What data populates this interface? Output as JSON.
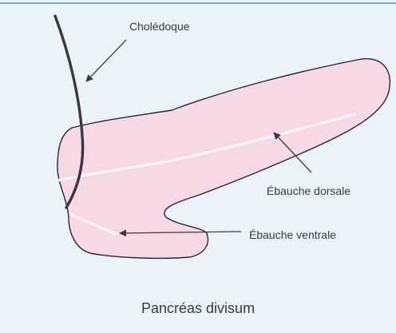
{
  "labels": {
    "choledoque": "Cholédoque",
    "dorsal": "Ébauche dorsale",
    "ventral": "Ébauche ventrale",
    "caption": "Pancréas divisum"
  },
  "colors": {
    "background": "#eaf3fa",
    "top_rule": "#5b8fc7",
    "pancreas_fill": "#f6d9e4",
    "outline": "#2b2430",
    "duct": "#f3f7f8",
    "choledoque": "#3d3446",
    "arrow": "#3c3a40"
  }
}
